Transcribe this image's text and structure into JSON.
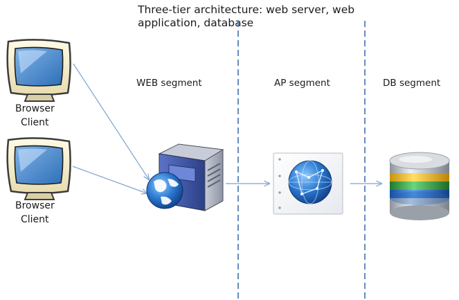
{
  "title": {
    "line1": "Three-tier architecture: web server, web",
    "line2": "application, database"
  },
  "segments": [
    {
      "label": "WEB segment"
    },
    {
      "label": "AP segment"
    },
    {
      "label": "DB segment"
    }
  ],
  "clients": [
    {
      "line1": "Browser",
      "line2": "Client",
      "icon": "monitor-icon"
    },
    {
      "line1": "Browser",
      "line2": "Client",
      "icon": "monitor-icon"
    }
  ],
  "nodes": {
    "web": {
      "icon": "web-server-icon"
    },
    "ap": {
      "icon": "application-globe-icon"
    },
    "db": {
      "icon": "database-icon"
    }
  },
  "colors": {
    "divider": "#3f6fae",
    "arrow": "#7aa3cf",
    "monitor_screen": "#4a86c8",
    "server_body": "#3b55a8",
    "globe": "#1f64b8",
    "db_silver": "#b9bec4",
    "db_yellow": "#f2c21c",
    "db_green": "#3aa64a",
    "db_blue": "#2a6cc7"
  }
}
